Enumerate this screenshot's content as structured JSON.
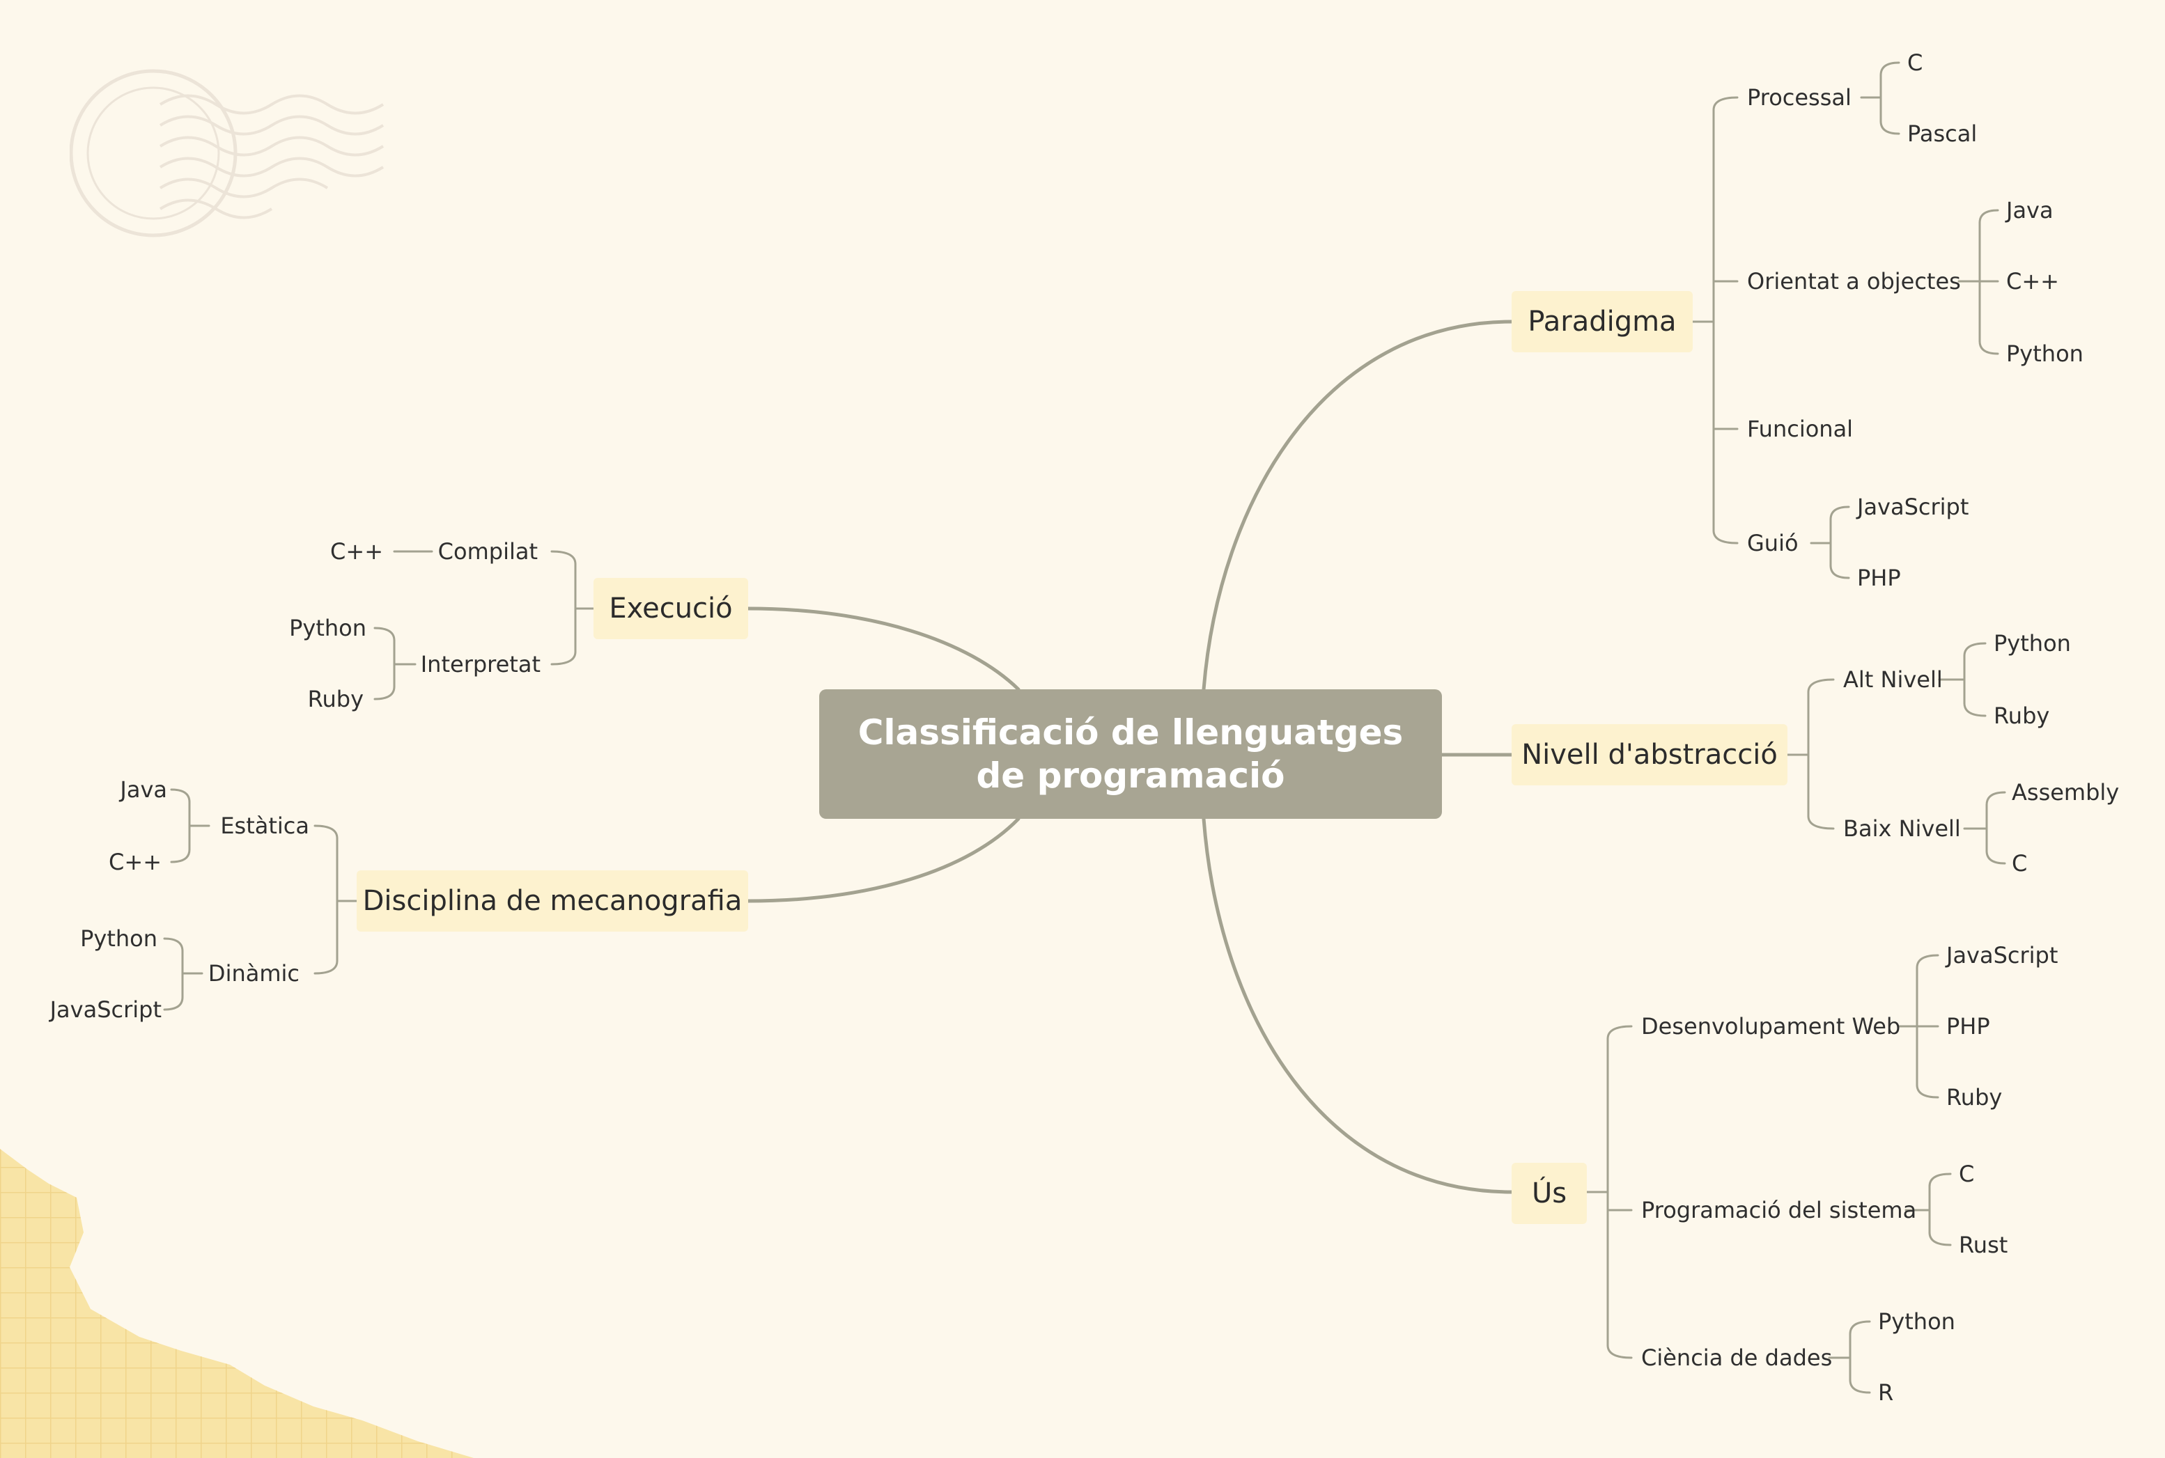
{
  "central_topic": "Classificació de llenguatges de programació",
  "branches": {
    "paradigma": {
      "label": "Paradigma",
      "children": [
        {
          "label": "Processal",
          "children": [
            "C",
            "Pascal"
          ]
        },
        {
          "label": "Orientat a objectes",
          "children": [
            "Java",
            "C++",
            "Python"
          ]
        },
        {
          "label": "Funcional",
          "children": []
        },
        {
          "label": "Guió",
          "children": [
            "JavaScript",
            "PHP"
          ]
        }
      ]
    },
    "nivell": {
      "label": "Nivell d'abstracció",
      "children": [
        {
          "label": "Alt Nivell",
          "children": [
            "Python",
            "Ruby"
          ]
        },
        {
          "label": "Baix Nivell",
          "children": [
            "Assembly",
            "C"
          ]
        }
      ]
    },
    "us": {
      "label": "Ús",
      "children": [
        {
          "label": "Desenvolupament Web",
          "children": [
            "JavaScript",
            "PHP",
            "Ruby"
          ]
        },
        {
          "label": "Programació del sistema",
          "children": [
            "C",
            "Rust"
          ]
        },
        {
          "label": "Ciència de dades",
          "children": [
            "Python",
            "R"
          ]
        }
      ]
    },
    "execucio": {
      "label": "Execució",
      "children": [
        {
          "label": "Compilat",
          "children": [
            "C++"
          ]
        },
        {
          "label": "Interpretat",
          "children": [
            "Python",
            "Ruby"
          ]
        }
      ]
    },
    "disciplina": {
      "label": "Disciplina de mecanografia",
      "children": [
        {
          "label": "Estàtica",
          "children": [
            "Java",
            "C++"
          ]
        },
        {
          "label": "Dinàmic",
          "children": [
            "Python",
            "JavaScript"
          ]
        }
      ]
    }
  },
  "colors": {
    "background": "#fdf8ec",
    "central_fill": "#a8a593",
    "branch_fill": "#fdf2cf",
    "connector": "#a3a290",
    "text": "#2f2f2f"
  }
}
